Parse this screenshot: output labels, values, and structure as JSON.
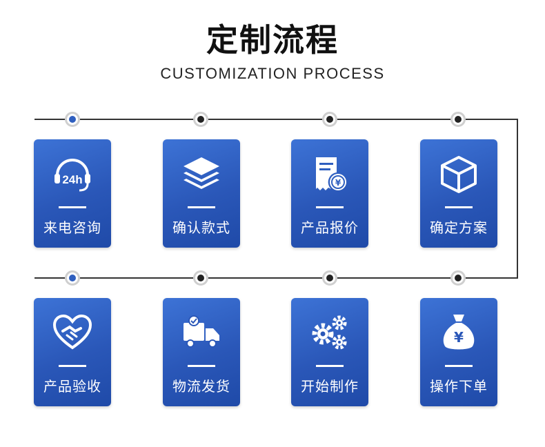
{
  "header": {
    "title": "定制流程",
    "subtitle": "CUSTOMIZATION PROCESS"
  },
  "steps_row1": [
    {
      "label": "来电咨询",
      "icon": "headset-24h-icon",
      "badge": "24h",
      "active": true
    },
    {
      "label": "确认款式",
      "icon": "layers-icon",
      "active": false
    },
    {
      "label": "产品报价",
      "icon": "quote-document-icon",
      "badge": "¥",
      "active": false
    },
    {
      "label": "确定方案",
      "icon": "box-icon",
      "active": false
    }
  ],
  "steps_row2": [
    {
      "label": "产品验收",
      "icon": "heart-handshake-icon",
      "active": true
    },
    {
      "label": "物流发货",
      "icon": "delivery-truck-icon",
      "active": false
    },
    {
      "label": "开始制作",
      "icon": "gears-icon",
      "active": false
    },
    {
      "label": "操作下单",
      "icon": "money-bag-icon",
      "badge": "¥",
      "active": false
    }
  ],
  "colors": {
    "card_top": "#3d73d6",
    "card_bottom": "#1f4aa8",
    "active_dot": "#2f5fbf",
    "line": "#333333"
  }
}
